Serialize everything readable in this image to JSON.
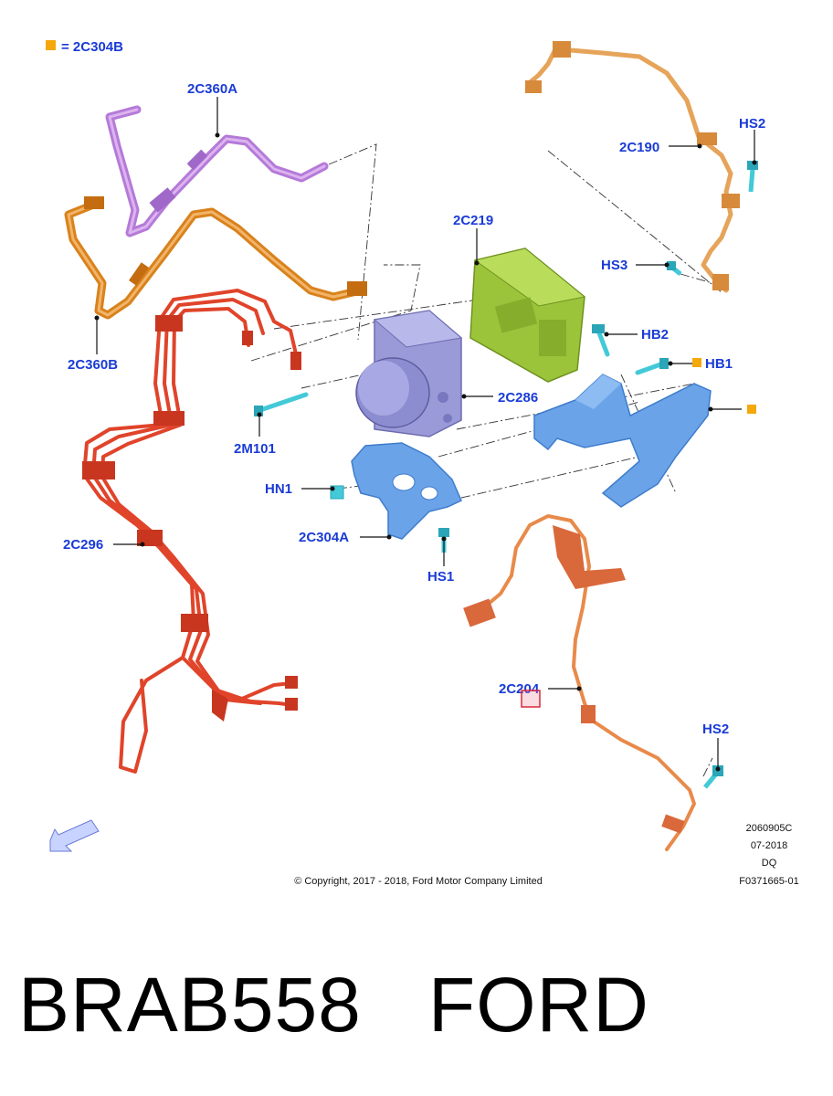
{
  "legend": {
    "swatch_color": "#f5a80a",
    "text": "= 2C304B"
  },
  "labels": {
    "p2C360A": "2C360A",
    "p2C360B": "2C360B",
    "p2C190": "2C190",
    "pHS2_top": "HS2",
    "pHS3": "HS3",
    "p2C219": "2C219",
    "pHB2": "HB2",
    "pHB1": "HB1",
    "p2C286": "2C286",
    "p2M101": "2M101",
    "pHN1": "HN1",
    "p2C304A": "2C304A",
    "pHS1": "HS1",
    "p2C296": "2C296",
    "p2C204": "2C204",
    "pHS2_bottom": "HS2"
  },
  "info": {
    "line1": "2060905C",
    "line2": "07-2018",
    "line3": "DQ",
    "line4": "F0371665-01"
  },
  "copyright": "© Copyright, 2017 - 2018, Ford Motor Company Limited",
  "caption": "BRAB558   FORD",
  "colors": {
    "label_blue": "#1a3bd6",
    "purple_tube": "#b57ad8",
    "orange_tube": "#d9821c",
    "red_tubes": "#e0442a",
    "green_module": "#9cc43a",
    "hydraulic_unit": "#9a9ad8",
    "bracket_blue": "#6aa3e8",
    "sensor_orange": "#e88a4a",
    "bolt_cyan": "#43c9d8",
    "legend_orange": "#f5a80a"
  }
}
